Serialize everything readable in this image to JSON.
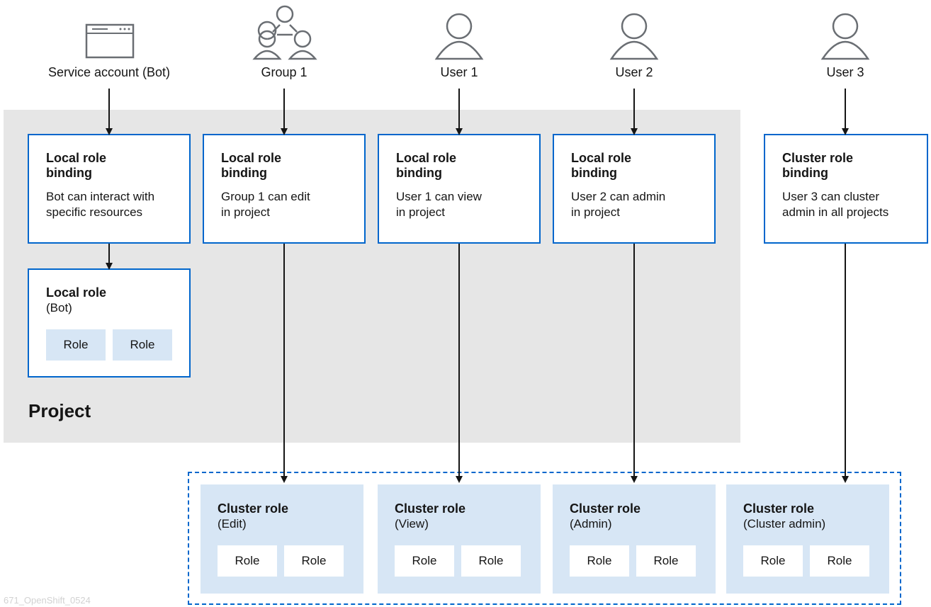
{
  "actors": {
    "bot": "Service account (Bot)",
    "group1": "Group 1",
    "user1": "User 1",
    "user2": "User 2",
    "user3": "User 3"
  },
  "bindings": [
    {
      "title": "Local role\nbinding",
      "desc": "Bot can interact with\nspecific resources"
    },
    {
      "title": "Local role\nbinding",
      "desc": "Group 1 can edit\nin project"
    },
    {
      "title": "Local role\nbinding",
      "desc": "User 1 can view\nin project"
    },
    {
      "title": "Local role\nbinding",
      "desc": "User 2 can admin\nin project"
    },
    {
      "title": "Cluster role\nbinding",
      "desc": "User 3 can cluster\nadmin in all projects"
    }
  ],
  "local_role": {
    "title": "Local role",
    "sub": "(Bot)",
    "roles": [
      "Role",
      "Role"
    ]
  },
  "project_label": "Project",
  "cluster_roles": [
    {
      "title": "Cluster role",
      "sub": "(Edit)",
      "roles": [
        "Role",
        "Role"
      ]
    },
    {
      "title": "Cluster role",
      "sub": "(View)",
      "roles": [
        "Role",
        "Role"
      ]
    },
    {
      "title": "Cluster role",
      "sub": "(Admin)",
      "roles": [
        "Role",
        "Role"
      ]
    },
    {
      "title": "Cluster role",
      "sub": "(Cluster admin)",
      "roles": [
        "Role",
        "Role"
      ]
    }
  ],
  "footer_code": "671_OpenShift_0524",
  "colors": {
    "accent": "#0066cc",
    "project_bg": "#e6e6e6",
    "role_bg": "#d7e6f5"
  }
}
